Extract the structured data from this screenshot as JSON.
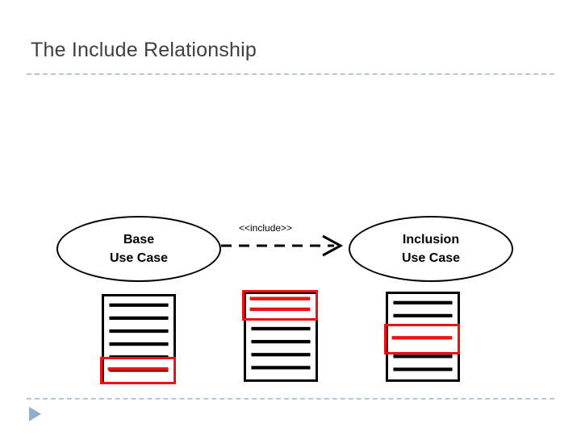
{
  "slide": {
    "title": "The Include Relationship",
    "background_color": "#ffffff",
    "rule_color": "#b6c4d4",
    "title_color": "#3f3f3f"
  },
  "diagram": {
    "type": "uml-use-case",
    "use_cases": [
      {
        "id": "base",
        "line1": "Base",
        "line2": "Use Case"
      },
      {
        "id": "inclusion",
        "line1": "Inclusion",
        "line2": "Use Case"
      }
    ],
    "relationship": {
      "stereotype": "<<include>>",
      "style": "dashed-arrow",
      "direction": "base-to-inclusion"
    },
    "documents": [
      {
        "id": "doc-base",
        "highlight_color": "#ee1111",
        "highlight_position": "bottom"
      },
      {
        "id": "doc-include",
        "highlight_color": "#ee1111",
        "highlight_position": "top"
      },
      {
        "id": "doc-inclusion",
        "highlight_color": "#ee1111",
        "highlight_position": "middle"
      }
    ]
  },
  "nav": {
    "triangle_color": "#93aec7"
  }
}
